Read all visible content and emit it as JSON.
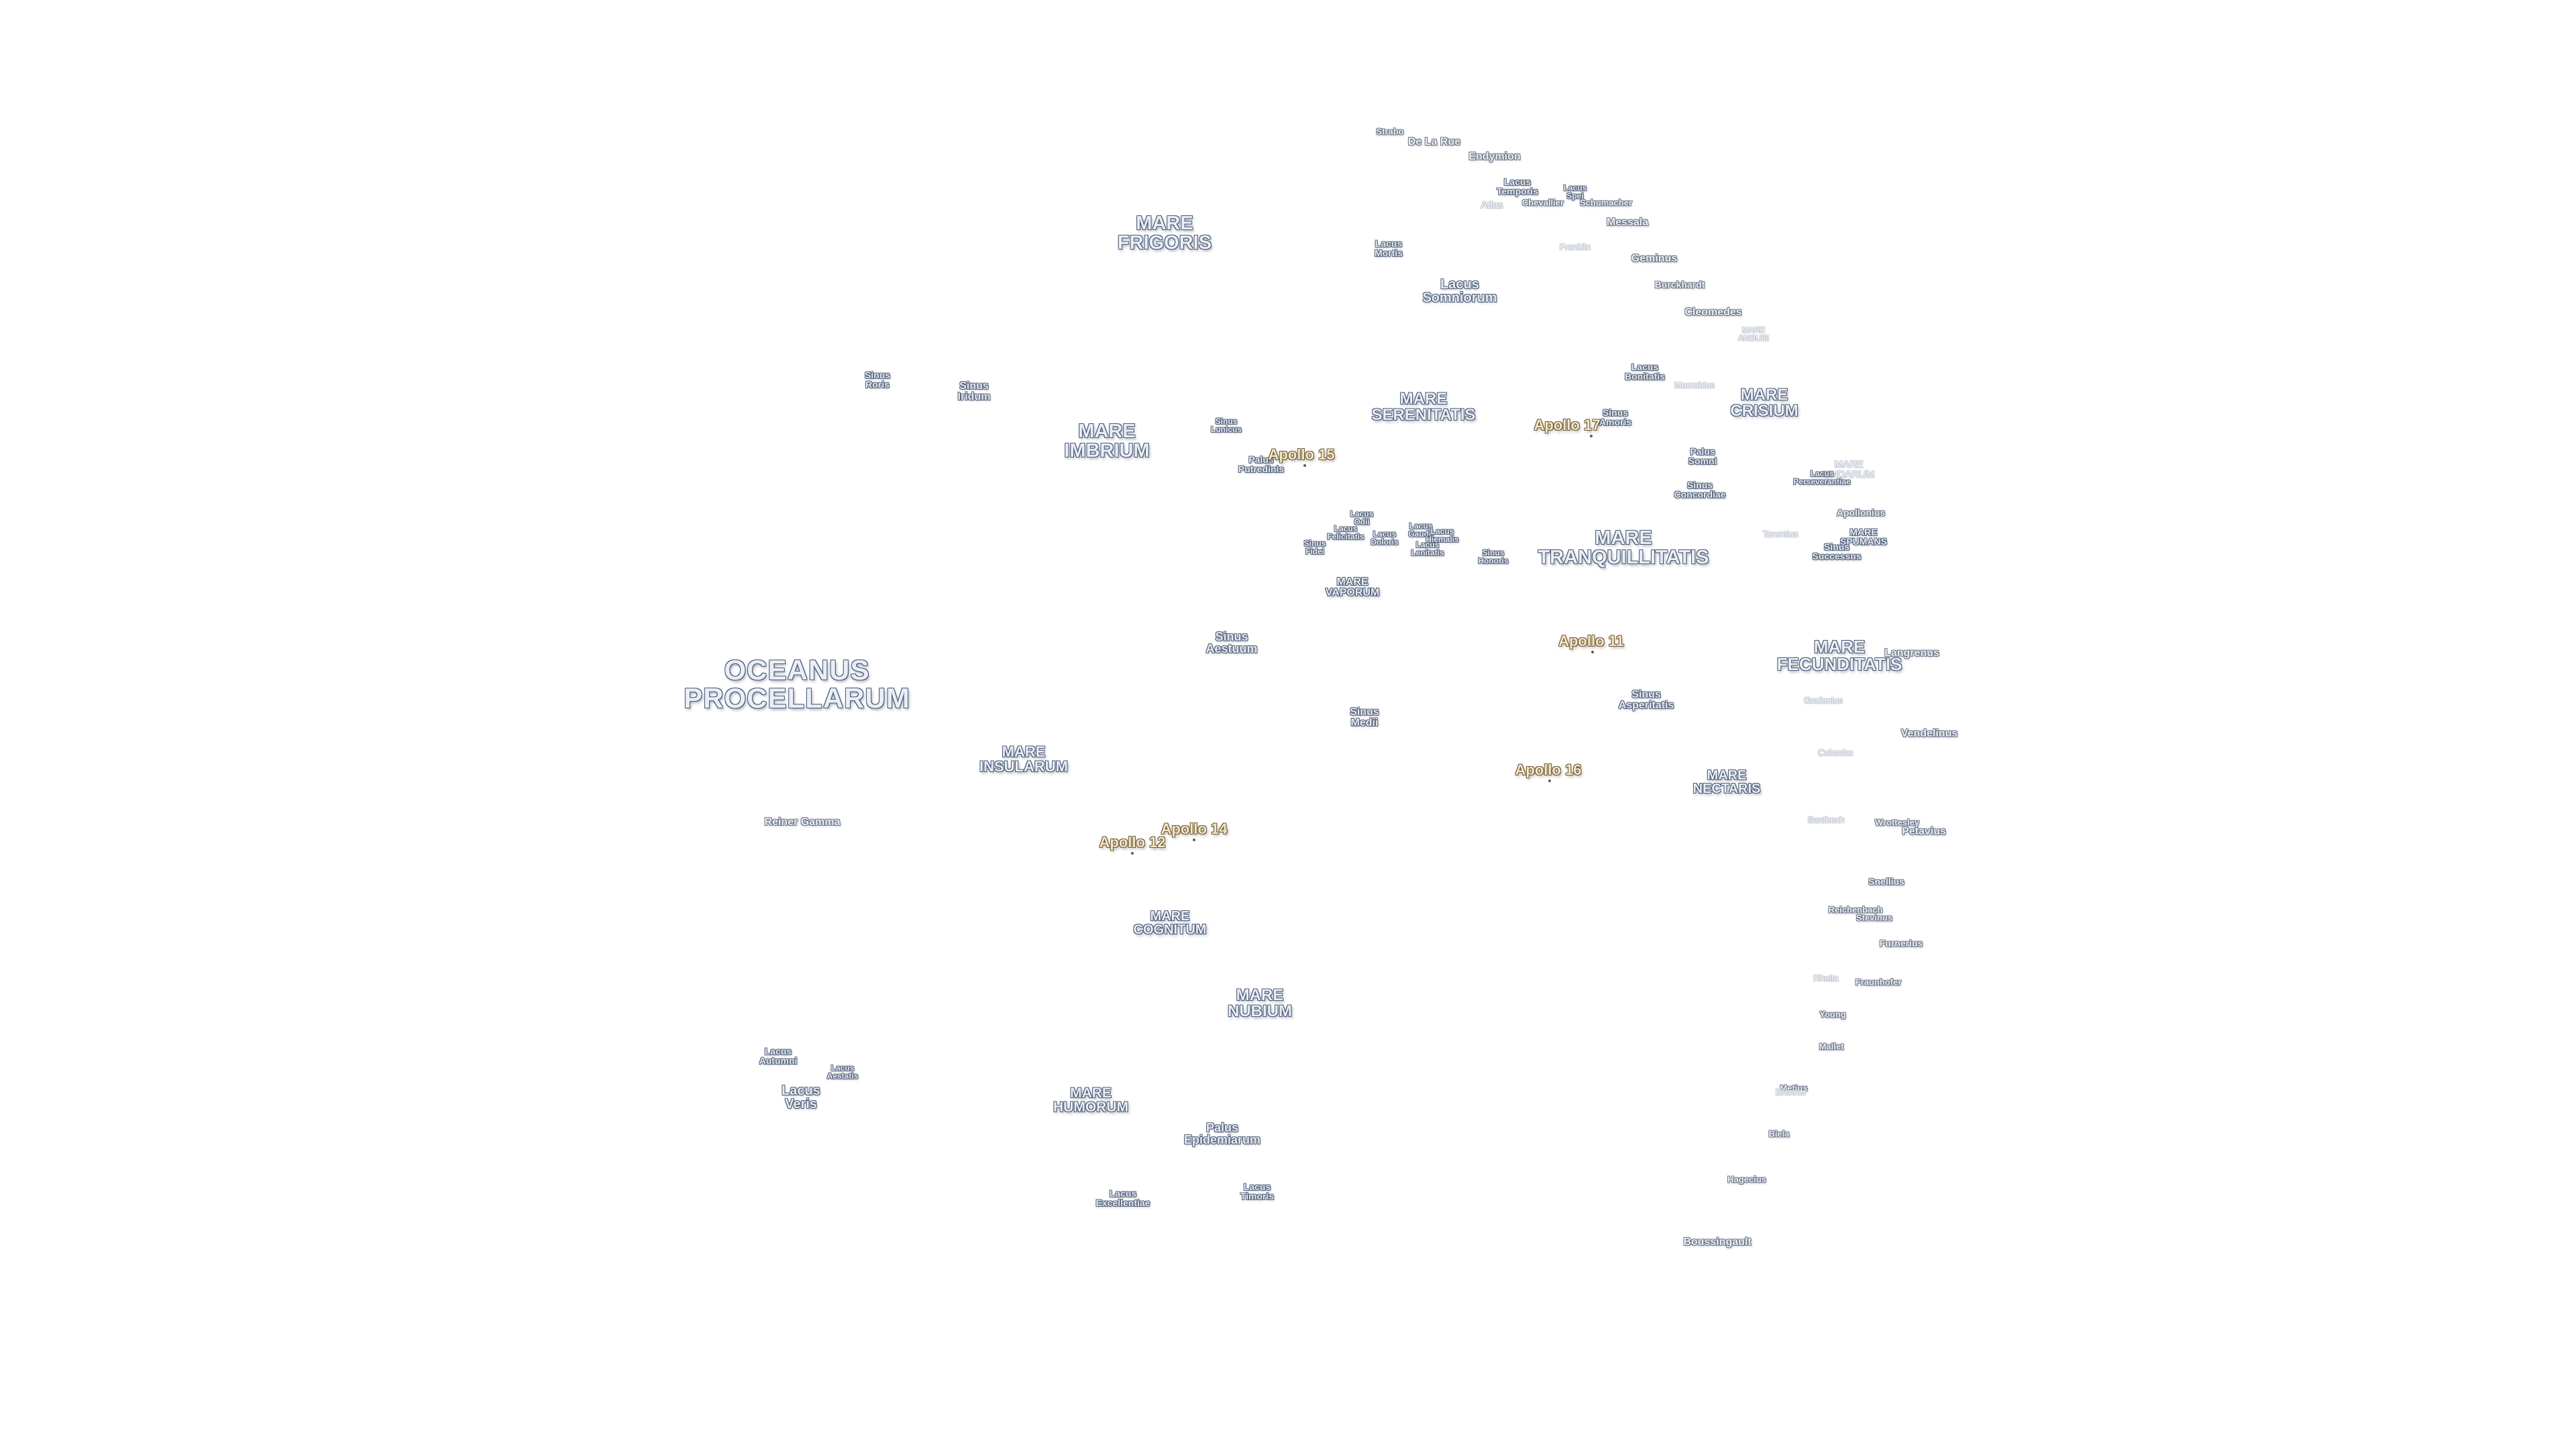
{
  "map": {
    "oceans": [
      {
        "id": "oceanus-procellarum",
        "text": "OCEANUS\nPROCELLARUM"
      }
    ],
    "maria": [
      {
        "id": "mare-frigoris",
        "text": "MARE\nFRIGORIS"
      },
      {
        "id": "mare-imbrium",
        "text": "MARE\nIMBRIUM"
      },
      {
        "id": "mare-serenitatis",
        "text": "MARE\nSERENITATIS"
      },
      {
        "id": "mare-crisium",
        "text": "MARE\nCRISIUM"
      },
      {
        "id": "mare-tranquillitatis",
        "text": "MARE\nTRANQUILLITATIS"
      },
      {
        "id": "mare-fecunditatis",
        "text": "MARE\nFECUNDITATIS"
      },
      {
        "id": "mare-insularum",
        "text": "MARE\nINSULARUM"
      },
      {
        "id": "mare-nectaris",
        "text": "MARE\nNECTARIS"
      },
      {
        "id": "mare-cognitum",
        "text": "MARE\nCOGNITUM"
      },
      {
        "id": "mare-nubium",
        "text": "MARE\nNUBIUM"
      },
      {
        "id": "mare-humorum",
        "text": "MARE\nHUMORUM"
      },
      {
        "id": "mare-vaporum",
        "text": "MARE\nVAPORUM"
      },
      {
        "id": "mare-anguis",
        "text": "MARE\nANGUIS"
      },
      {
        "id": "mare-undarum",
        "text": "MARE\nUNDARUM"
      },
      {
        "id": "mare-spumans",
        "text": "MARE\nSPUMANS"
      }
    ],
    "features": [
      {
        "id": "lacus-somniorum",
        "text": "Lacus\nSomniorum"
      },
      {
        "id": "lacus-temporis",
        "text": "Lacus\nTemporis"
      },
      {
        "id": "lacus-mortis",
        "text": "Lacus\nMortis"
      },
      {
        "id": "lacus-spei",
        "text": "Lacus\nSpei"
      },
      {
        "id": "lacus-bonitatis",
        "text": "Lacus\nBonitatis"
      },
      {
        "id": "lacus-perseverantiae",
        "text": "Lacus\nPerseverantiae"
      },
      {
        "id": "lacus-odii",
        "text": "Lacus\nOdii"
      },
      {
        "id": "lacus-felicitatis",
        "text": "Lacus\nFelicitatis"
      },
      {
        "id": "lacus-doloris",
        "text": "Lacus\nDoloris"
      },
      {
        "id": "lacus-gaudii",
        "text": "Lacus\nGaudii"
      },
      {
        "id": "lacus-hiemalis",
        "text": "Lacus\nHiemalis"
      },
      {
        "id": "lacus-lenitatis",
        "text": "Lacus\nLenitatis"
      },
      {
        "id": "lacus-autumni",
        "text": "Lacus\nAutumni"
      },
      {
        "id": "lacus-aestatis",
        "text": "Lacus\nAestatis"
      },
      {
        "id": "lacus-veris",
        "text": "Lacus\nVeris"
      },
      {
        "id": "lacus-excellentiae",
        "text": "Lacus\nExcellentiae"
      },
      {
        "id": "lacus-timoris",
        "text": "Lacus\nTimoris"
      },
      {
        "id": "sinus-roris",
        "text": "Sinus\nRoris"
      },
      {
        "id": "sinus-iridum",
        "text": "Sinus\nIridum"
      },
      {
        "id": "sinus-lunicus",
        "text": "Sinus\nLunicus"
      },
      {
        "id": "sinus-amoris",
        "text": "Sinus\nAmoris"
      },
      {
        "id": "sinus-concordiae",
        "text": "Sinus\nConcordiae"
      },
      {
        "id": "sinus-successus",
        "text": "Sinus\nSuccessus"
      },
      {
        "id": "sinus-fidei",
        "text": "Sinus\nFidei"
      },
      {
        "id": "sinus-honoris",
        "text": "Sinus\nHonoris"
      },
      {
        "id": "sinus-aestuum",
        "text": "Sinus\nAestuum"
      },
      {
        "id": "sinus-medii",
        "text": "Sinus\nMedii"
      },
      {
        "id": "sinus-asperitatis",
        "text": "Sinus\nAsperitatis"
      },
      {
        "id": "palus-putredinis",
        "text": "Palus\nPutredinis"
      },
      {
        "id": "palus-somni",
        "text": "Palus\nSomni"
      },
      {
        "id": "palus-epidemiarum",
        "text": "Palus\nEpidemiarum"
      }
    ],
    "craters": [
      {
        "id": "strabo",
        "text": "Strabo"
      },
      {
        "id": "de-la-rue",
        "text": "De La Rue"
      },
      {
        "id": "endymion",
        "text": "Endymion"
      },
      {
        "id": "atlas",
        "text": "Atlas"
      },
      {
        "id": "chevallier",
        "text": "Chevallier"
      },
      {
        "id": "schumacher",
        "text": "Schumacher"
      },
      {
        "id": "messala",
        "text": "Messala"
      },
      {
        "id": "franklin",
        "text": "Franklin"
      },
      {
        "id": "geminus",
        "text": "Geminus"
      },
      {
        "id": "burckhardt",
        "text": "Burckhardt"
      },
      {
        "id": "cleomedes",
        "text": "Cleomedes"
      },
      {
        "id": "macrobius",
        "text": "Macrobius"
      },
      {
        "id": "apollonius",
        "text": "Apollonius"
      },
      {
        "id": "taruntius",
        "text": "Taruntius"
      },
      {
        "id": "langrenus",
        "text": "Langrenus"
      },
      {
        "id": "goclenius",
        "text": "Goclenius"
      },
      {
        "id": "vendelinus",
        "text": "Vendelinus"
      },
      {
        "id": "colombo",
        "text": "Colombo"
      },
      {
        "id": "santbech",
        "text": "Santbech"
      },
      {
        "id": "wrottesley",
        "text": "Wrottesley"
      },
      {
        "id": "petavius",
        "text": "Petavius"
      },
      {
        "id": "snellius",
        "text": "Snellius"
      },
      {
        "id": "reichenbach",
        "text": "Reichenbach"
      },
      {
        "id": "stevinus",
        "text": "Stevinus"
      },
      {
        "id": "furnerius",
        "text": "Furnerius"
      },
      {
        "id": "rheita",
        "text": "Rheita"
      },
      {
        "id": "fraunhofer",
        "text": "Fraunhofer"
      },
      {
        "id": "young",
        "text": "Young"
      },
      {
        "id": "mallet",
        "text": "Mallet"
      },
      {
        "id": "metius",
        "text": "Metius"
      },
      {
        "id": "brenner",
        "text": "Brenner"
      },
      {
        "id": "biela",
        "text": "Biela"
      },
      {
        "id": "hagecius",
        "text": "Hagecius"
      },
      {
        "id": "boussingault",
        "text": "Boussingault"
      },
      {
        "id": "reiner-gamma",
        "text": "Reiner Gamma"
      }
    ],
    "apollo_sites": [
      {
        "id": "apollo-15",
        "text": "Apollo 15"
      },
      {
        "id": "apollo-17",
        "text": "Apollo 17"
      },
      {
        "id": "apollo-11",
        "text": "Apollo 11"
      },
      {
        "id": "apollo-16",
        "text": "Apollo 16"
      },
      {
        "id": "apollo-14",
        "text": "Apollo 14"
      },
      {
        "id": "apollo-12",
        "text": "Apollo 12"
      }
    ]
  }
}
